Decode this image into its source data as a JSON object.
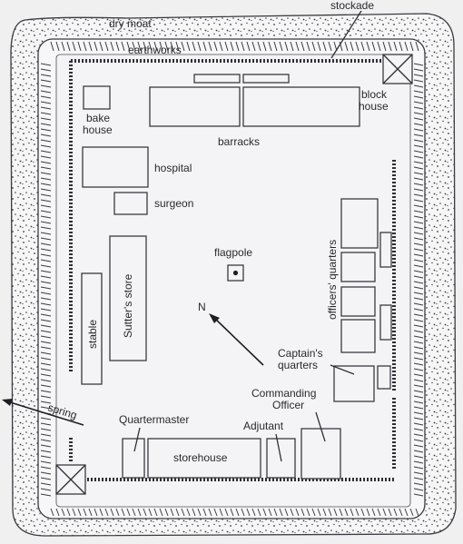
{
  "labels": {
    "dry_moat": "dry moat",
    "stockade": "stockade",
    "earthworks": "earthworks",
    "bake_house_1": "bake",
    "bake_house_2": "house",
    "block_house_1": "block",
    "block_house_2": "house",
    "barracks": "barracks",
    "hospital": "hospital",
    "surgeon": "surgeon",
    "flagpole": "flagpole",
    "sutters_store": "Sutter's store",
    "stable": "stable",
    "officers_quarters": "officers' quarters",
    "north": "N",
    "captains_quarters_1": "Captain's",
    "captains_quarters_2": "quarters",
    "commanding_officer_1": "Commanding",
    "commanding_officer_2": "Officer",
    "spring": "spring",
    "quartermaster": "Quartermaster",
    "adjutant": "Adjutant",
    "storehouse": "storehouse"
  },
  "colors": {
    "background": "#f0f0f1",
    "ink": "#2f2f35",
    "yard": "#f4f4f6"
  },
  "icons": [
    "north-arrow-icon",
    "blockhouse-cross-icon",
    "flagpole-icon",
    "spring-arrow-icon"
  ]
}
